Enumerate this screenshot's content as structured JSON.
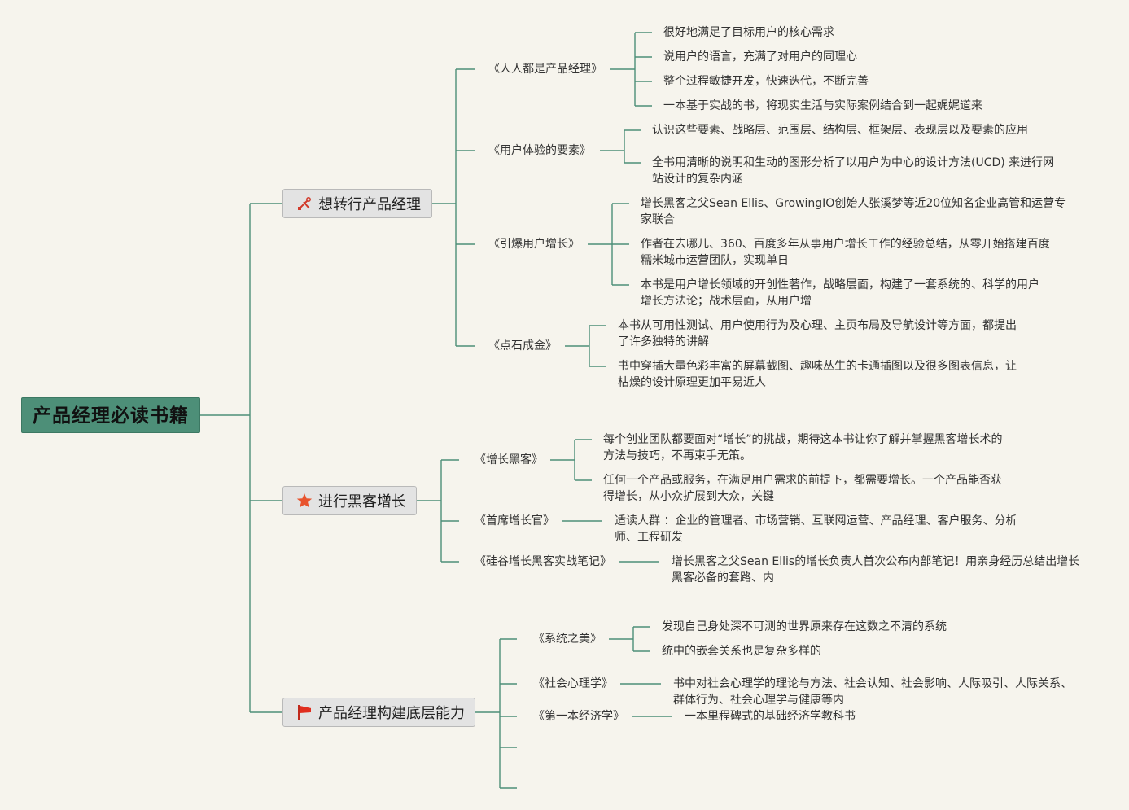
{
  "root": {
    "title": "产品经理必读书籍"
  },
  "branches": [
    {
      "label": "想转行产品经理",
      "icon": "tools-icon",
      "books": [
        {
          "title": "《人人都是产品经理》",
          "notes": [
            [
              "很好地满足了目标用户的核心需求"
            ],
            [
              "说用户的语言，充满了对用户的同理心"
            ],
            [
              "整个过程敏捷开发，快速迭代，不断完善"
            ],
            [
              "一本基于实战的书，将现实生活与实际案例结合到一起娓娓道来"
            ]
          ]
        },
        {
          "title": "《用户体验的要素》",
          "notes": [
            [
              "认识这些要素、战略层、范围层、结构层、框架层、表现层以及要素的应用"
            ],
            [
              "全书用清晰的说明和生动的图形分析了以用户为中心的设计方法(UCD) 来进行网",
              "站设计的复杂内涵"
            ]
          ]
        },
        {
          "title": "《引爆用户增长》",
          "notes": [
            [
              "增长黑客之父Sean Ellis、GrowingIO创始人张溪梦等近20位知名企业高管和运营专",
              "家联合"
            ],
            [
              "作者在去哪儿、360、百度多年从事用户增长工作的经验总结，从零开始搭建百度",
              "糯米城市运营团队，实现单日"
            ],
            [
              "本书是用户增长领域的开创性著作，战略层面，构建了一套系统的、科学的用户",
              "增长方法论；战术层面，从用户增"
            ]
          ]
        },
        {
          "title": "《点石成金》",
          "notes": [
            [
              "本书从可用性测试、用户使用行为及心理、主页布局及导航设计等方面，都提出",
              "了许多独特的讲解"
            ],
            [
              "书中穿插大量色彩丰富的屏幕截图、趣味丛生的卡通插图以及很多图表信息，让",
              "枯燥的设计原理更加平易近人"
            ]
          ]
        }
      ]
    },
    {
      "label": "进行黑客增长",
      "icon": "star-icon",
      "books": [
        {
          "title": "《增长黑客》",
          "notes": [
            [
              "每个创业团队都要面对“增长”的挑战，期待这本书让你了解并掌握黑客增长术的",
              "方法与技巧，不再束手无策。"
            ],
            [
              "任何一个产品或服务，在满足用户需求的前提下，都需要增长。一个产品能否获",
              "得增长，从小众扩展到大众，关键"
            ]
          ]
        },
        {
          "title": "《首席增长官》",
          "notes": [
            [
              "适读人群 ：企业的管理者、市场营销、互联网运营、产品经理、客户服务、分析",
              "师、工程研发"
            ]
          ]
        },
        {
          "title": "《硅谷增长黑客实战笔记》",
          "notes": [
            [
              "增长黑客之父Sean Ellis的增长负责人首次公布内部笔记！用亲身经历总结出增长",
              "黑客必备的套路、内"
            ]
          ]
        }
      ]
    },
    {
      "label": "产品经理构建底层能力",
      "icon": "flag-icon",
      "books": [
        {
          "title": "《系统之美》",
          "notes": [
            [
              "发现自己身处深不可测的世界原来存在这数之不清的系统"
            ],
            [
              "统中的嵌套关系也是复杂多样的"
            ]
          ]
        },
        {
          "title": "《社会心理学》",
          "notes": [
            [
              "书中对社会心理学的理论与方法、社会认知、社会影响、人际吸引、人际关系、",
              "群体行为、社会心理学与健康等内"
            ]
          ]
        },
        {
          "title": "《第一本经济学》",
          "notes": [
            [
              "一本里程碑式的基础经济学教科书"
            ]
          ]
        },
        {
          "title": "",
          "notes": []
        },
        {
          "title": "",
          "notes": []
        }
      ]
    }
  ],
  "colors": {
    "line": "#4d8f78",
    "root": "#4d8f78",
    "branch_bg": "#e3e3e3"
  }
}
